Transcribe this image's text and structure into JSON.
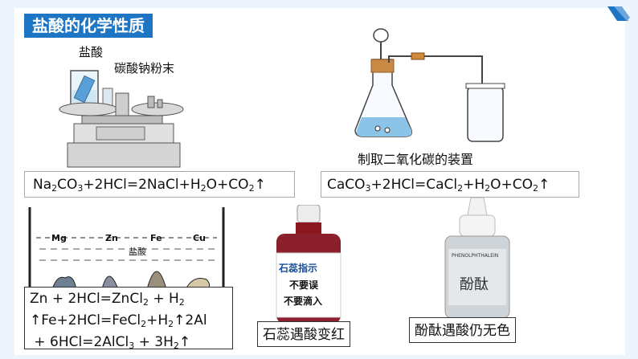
{
  "slide": {
    "title": "盐酸的化学性质",
    "colors": {
      "title_bg": "#1e75c4",
      "frame_bg": "#eef4fb"
    }
  },
  "balance_figure": {
    "label_acid": "盐酸",
    "label_powder": "碳酸钠粉末"
  },
  "co2_apparatus": {
    "caption": "制取二氧化碳的装置"
  },
  "metals_figure": {
    "metal_labels": [
      "Mg",
      "Zn",
      "Fe",
      "Cu"
    ],
    "acid_label": "盐酸"
  },
  "litmus_bottle": {
    "label_line1": "石蕊指示",
    "label_line2": "不要误",
    "label_line3": "不要滴入",
    "caption": "石蕊遇酸变红"
  },
  "phenol_bottle": {
    "label_small": "PHENOLPHTHALEIN",
    "label_name": "酚酞",
    "caption": "酚酞遇酸仍无色"
  },
  "equations": {
    "na2co3": "Na2CO3+2HCl=2NaCl+H2O+CO2↑",
    "caco3": "CaCO3+2HCl=CaCl2+H2O+CO2↑",
    "metals_line1": "Zn + 2HCl=ZnCl2 + H2",
    "metals_line2": "↑Fe+2HCl=FeCl2+H2↑2Al",
    "metals_line3": " + 6HCl=2AlCl3 + 3H2↑"
  }
}
